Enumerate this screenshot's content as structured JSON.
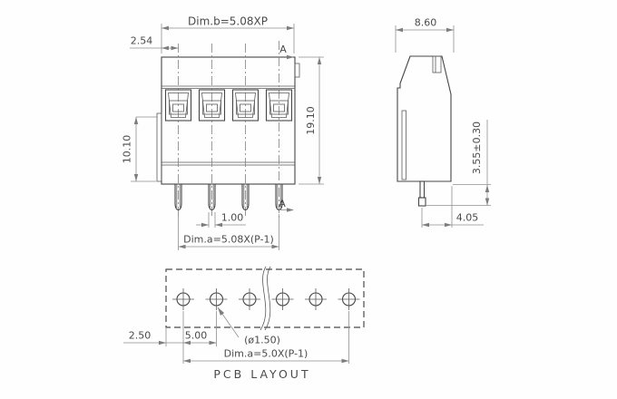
{
  "drawing_type": "terminal-block-connector-dimensional-drawing",
  "colors": {
    "background": "#fefefe",
    "object_line": "#464646",
    "dimension_line": "#8f8f8f",
    "text": "#4a4a4a"
  },
  "front_view": {
    "dim_b": "Dim.b=5.08XP",
    "dim_edge_to_first_pole": "2.54",
    "dim_lower_height": "10.10",
    "dim_total_height": "19.10",
    "dim_pin_width": "1.00",
    "dim_a": "Dim.a=5.08X(P-1)",
    "section_label_top": "A",
    "section_label_bottom": "A",
    "poles_shown": 4
  },
  "side_view": {
    "dim_depth": "8.60",
    "dim_pin_protrusion": "3.55±0.30",
    "dim_pin_to_edge": "4.05"
  },
  "pcb_layout": {
    "caption": "PCB LAYOUT",
    "dim_edge_to_hole": "2.50",
    "dim_hole_pitch": "5.00",
    "dim_hole_diameter": "(ø1.50)",
    "dim_a": "Dim.a=5.0X(P-1)",
    "holes_shown": 6
  }
}
